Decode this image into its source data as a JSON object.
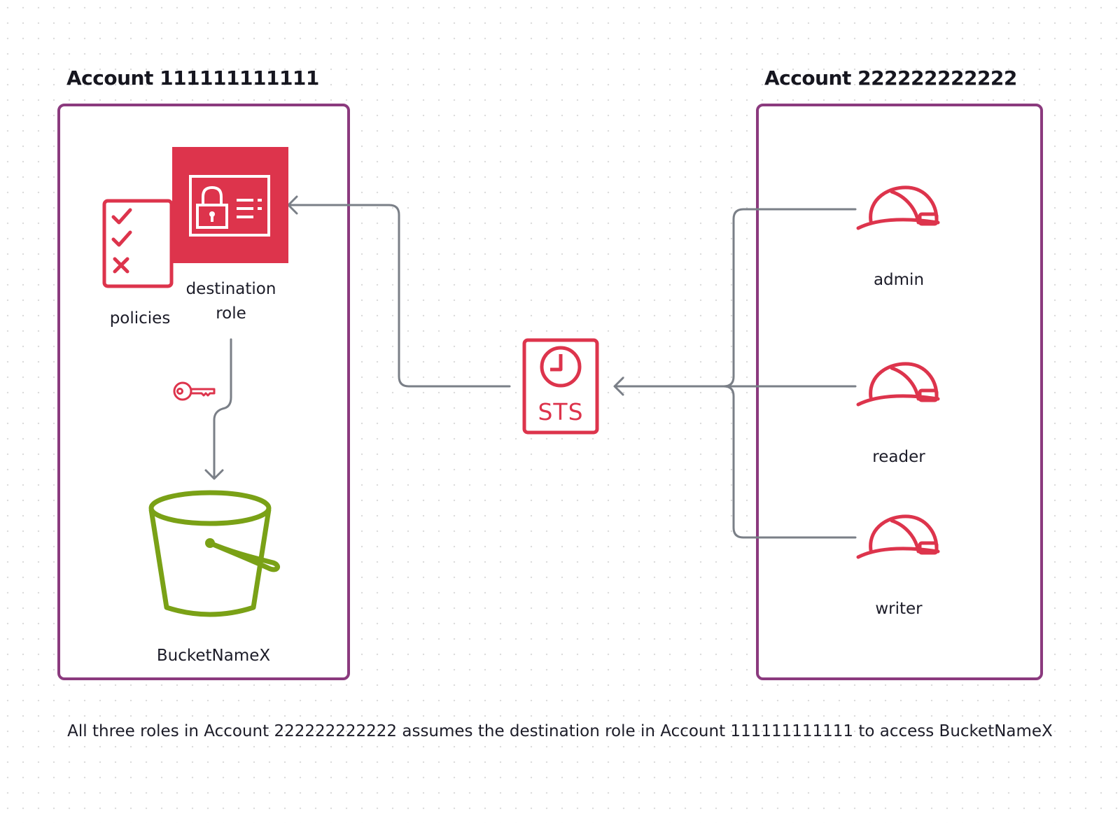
{
  "account_a": {
    "title": "Account 111111111111",
    "policies_label": "policies",
    "role_label_line1": "destination",
    "role_label_line2": "role",
    "bucket_label": "BucketNameX"
  },
  "account_b": {
    "title": "Account 222222222222",
    "roles": [
      {
        "label": "admin"
      },
      {
        "label": "reader"
      },
      {
        "label": "writer"
      }
    ]
  },
  "sts": {
    "label": "STS"
  },
  "caption": "All three roles in Account 222222222222 assumes the destination role in Account 111111111111 to access BucketNameX",
  "colors": {
    "account_border": "#8b3a7e",
    "aws_red": "#dd344c",
    "bucket_green": "#7aa116",
    "connector": "#7a7f87"
  },
  "icons": {
    "policies": "checklist-icon",
    "role": "iam-role-icon",
    "key": "key-icon",
    "bucket": "s3-bucket-icon",
    "sts": "sts-icon",
    "user_role": "hard-hat-icon"
  }
}
